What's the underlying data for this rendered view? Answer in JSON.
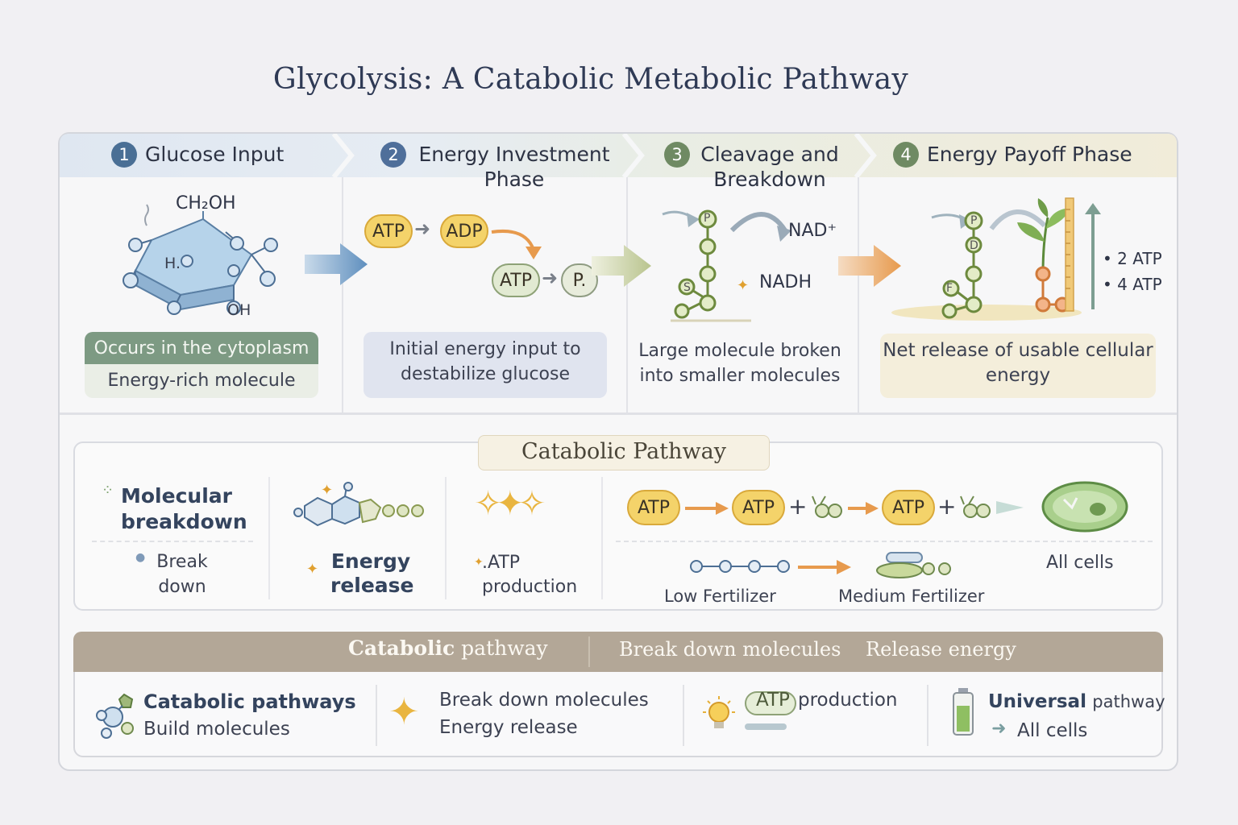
{
  "title": "Glycolysis: A Catabolic Metabolic Pathway",
  "steps": [
    {
      "num": "1",
      "title": "Glucose Input",
      "color": "#4a6f95"
    },
    {
      "num": "2",
      "title": "Energy Investment Phase",
      "color": "#4f6f9a"
    },
    {
      "num": "3",
      "title": "Cleavage and Breakdown",
      "color": "#6f8a63"
    },
    {
      "num": "4",
      "title": "Energy Payoff Phase",
      "color": "#6f8a63"
    }
  ],
  "glucose": {
    "ch2oh": "CH₂OH",
    "ho": "H.",
    "oh": "OH",
    "note_top": "Occurs in the cytoplasm",
    "note_bottom": "Energy-rich molecule"
  },
  "investment": {
    "atp1": "ATP",
    "adp": "ADP",
    "atp2": "ATP",
    "p": "P.",
    "note": "Initial energy input to destabilize glucose"
  },
  "cleavage": {
    "nad": "NAD⁺",
    "nadh": "NADH",
    "p_label": "P",
    "s_label": "S",
    "note": "Large molecule broken into smaller molecules"
  },
  "payoff": {
    "p_label": "P",
    "d_label": "D",
    "f_label": "F",
    "atp_a": "2 ATP",
    "atp_b": "4 ATP",
    "note": "Net release of usable cellular energy"
  },
  "catabolic": {
    "title": "Catabolic Pathway",
    "mol_breakdown": "Molecular breakdown",
    "break_down": "Break down",
    "energy_release": "Energy release",
    "atp_production": ".ATP production",
    "atp": "ATP",
    "plus": "+",
    "low_fertilizer": "Low Fertilizer",
    "medium_fertilizer": "Medium Fertilizer",
    "all_cells": "All cells"
  },
  "summary_bar": {
    "catabolic_bold": "Catabolic",
    "catabolic_rest": "pathway",
    "break_down": "Break down molecules",
    "release": "Release energy"
  },
  "summary": {
    "c1_title": "Catabolic pathways",
    "c1_sub": "Build molecules",
    "c2_a": "Break down molecules",
    "c2_b": "Energy release",
    "c3_atp": "ATP",
    "c3_rest": "production",
    "c4_bold": "Universal",
    "c4_rest": "pathway",
    "c4_sub": "All cells"
  }
}
